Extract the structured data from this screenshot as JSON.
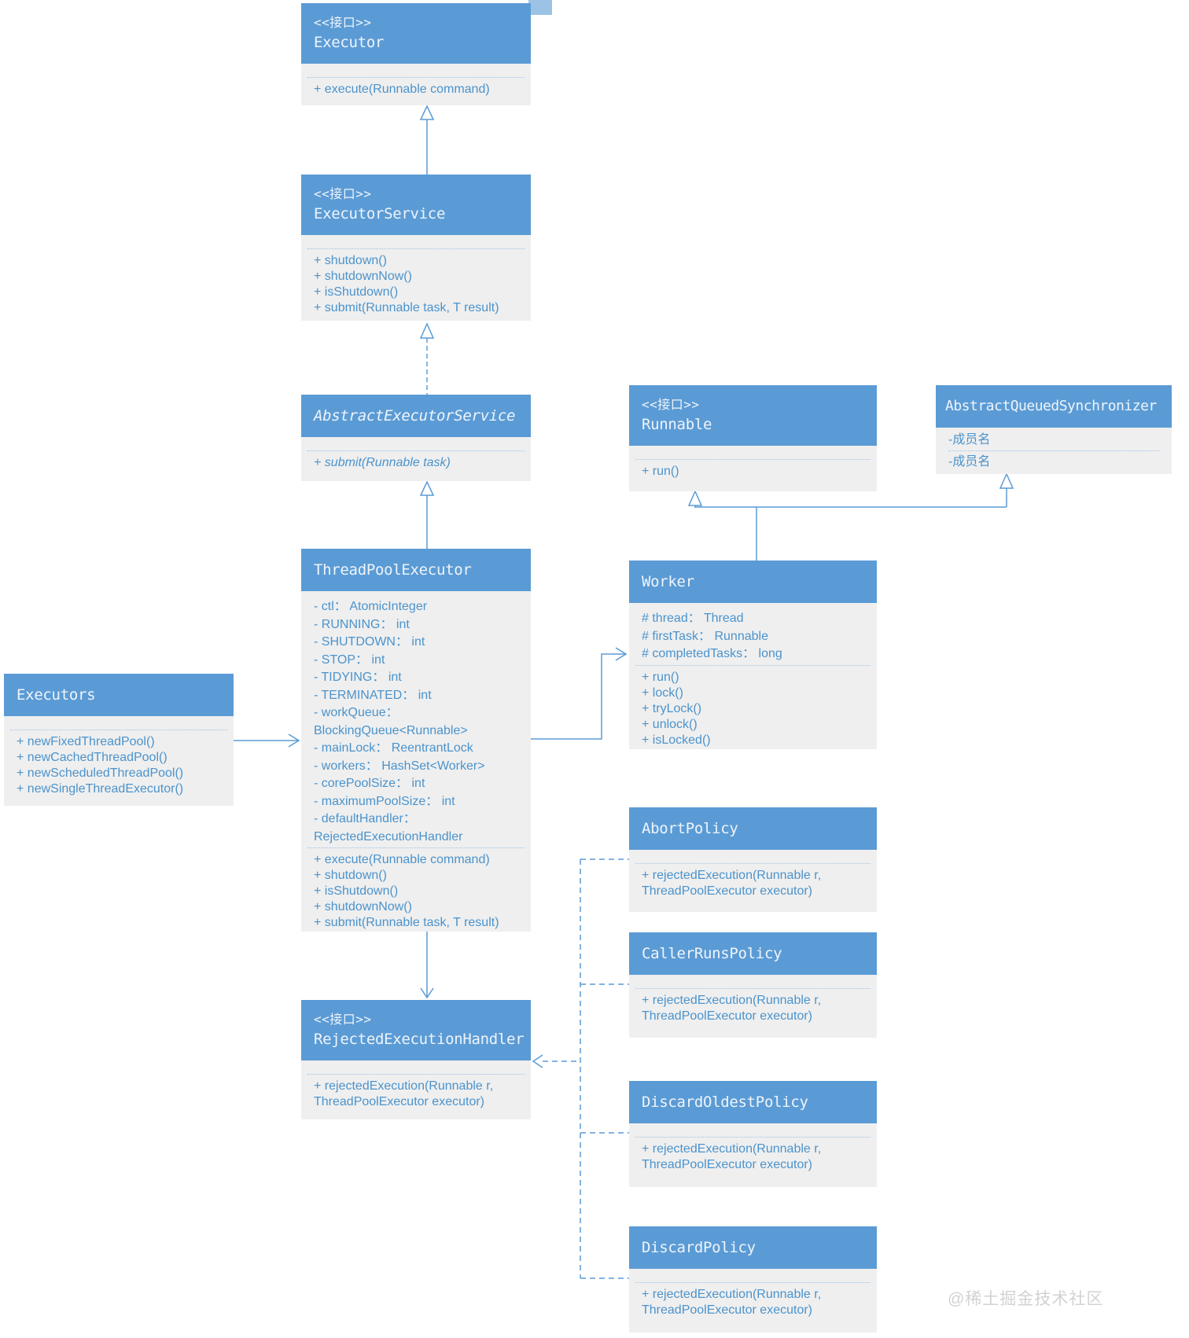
{
  "watermark": "@稀土掘金技术社区",
  "colors": {
    "header_blue": "#5b9bd5",
    "body_gray": "#efefef",
    "member_text_blue": "#4b93cc",
    "connector_blue": "#5b9bd5",
    "divider_dotted_blue": "#9dc3e6",
    "watermark_gray": "#d2d2d2"
  },
  "classes": {
    "executor": {
      "stereotype": "<<接口>>",
      "name": "Executor",
      "methods": [
        "+ execute(Runnable command)"
      ]
    },
    "executor_service": {
      "stereotype": "<<接口>>",
      "name": "ExecutorService",
      "methods": [
        "+ shutdown()",
        "+ shutdownNow()",
        "+ isShutdown()",
        "+ submit(Runnable task, T result)"
      ]
    },
    "abstract_executor_service": {
      "name": "AbstractExecutorService",
      "methods": [
        "+ submit(Runnable task)"
      ]
    },
    "thread_pool_executor": {
      "name": "ThreadPoolExecutor",
      "fields": [
        "- ctl： AtomicInteger",
        "- RUNNING： int",
        "- SHUTDOWN： int",
        "- STOP： int",
        "- TIDYING： int",
        "- TERMINATED： int",
        "- workQueue： BlockingQueue<Runnable>",
        "- mainLock： ReentrantLock",
        "- workers： HashSet<Worker>",
        "- corePoolSize： int",
        "- maximumPoolSize： int",
        "- defaultHandler： RejectedExecutionHandler"
      ],
      "methods": [
        "+ execute(Runnable command)",
        "+ shutdown()",
        "+ isShutdown()",
        "+ shutdownNow()",
        "+ submit(Runnable task, T result)"
      ]
    },
    "executors": {
      "name": "Executors",
      "methods": [
        "+ newFixedThreadPool()",
        "+ newCachedThreadPool()",
        "+ newScheduledThreadPool()",
        "+ newSingleThreadExecutor()"
      ]
    },
    "runnable": {
      "stereotype": "<<接口>>",
      "name": "Runnable",
      "methods": [
        "+ run()"
      ]
    },
    "abstract_queued_synchronizer": {
      "name": "AbstractQueuedSynchronizer",
      "fields": [
        "-成员名",
        "-成员名"
      ]
    },
    "worker": {
      "name": "Worker",
      "fields": [
        "# thread： Thread",
        "# firstTask： Runnable",
        "# completedTasks： long"
      ],
      "methods": [
        "+ run()",
        "+ lock()",
        "+ tryLock()",
        "+ unlock()",
        "+ isLocked()"
      ]
    },
    "rejected_execution_handler": {
      "stereotype": "<<接口>>",
      "name": "RejectedExecutionHandler",
      "methods": [
        "+ rejectedExecution(Runnable r, ThreadPoolExecutor executor)"
      ]
    },
    "abort_policy": {
      "name": "AbortPolicy",
      "methods": [
        "+ rejectedExecution(Runnable r, ThreadPoolExecutor executor)"
      ]
    },
    "caller_runs_policy": {
      "name": "CallerRunsPolicy",
      "methods": [
        "+ rejectedExecution(Runnable r, ThreadPoolExecutor executor)"
      ]
    },
    "discard_oldest_policy": {
      "name": "DiscardOldestPolicy",
      "methods": [
        "+ rejectedExecution(Runnable r, ThreadPoolExecutor executor)"
      ]
    },
    "discard_policy": {
      "name": "DiscardPolicy",
      "methods": [
        "+ rejectedExecution(Runnable r, ThreadPoolExecutor executor)"
      ]
    }
  }
}
